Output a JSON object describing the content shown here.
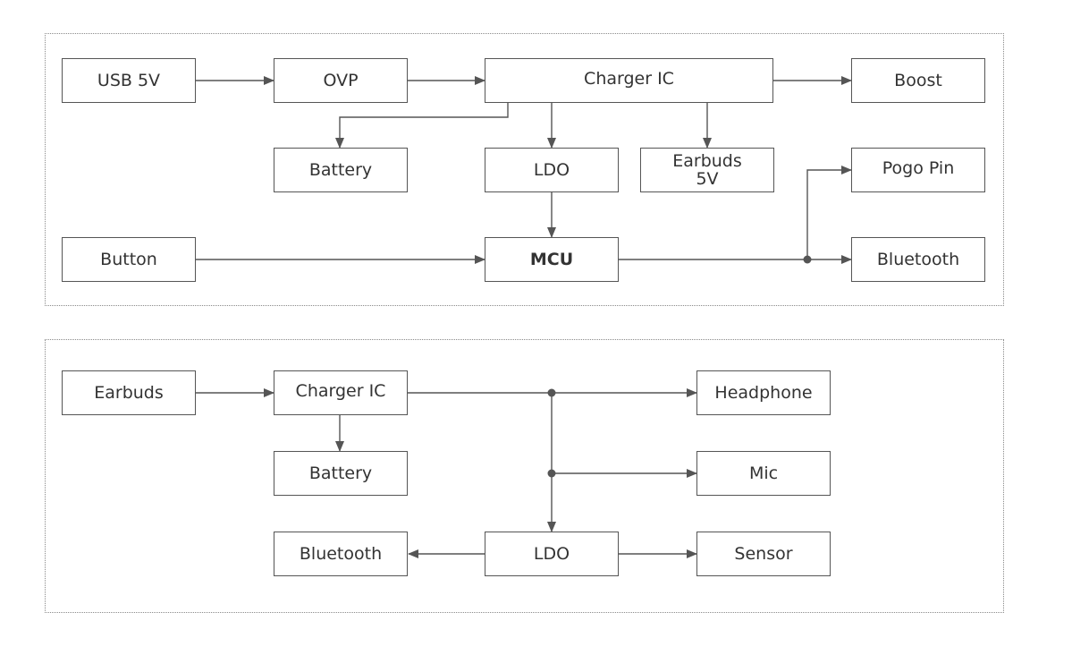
{
  "case_diagram": {
    "usb": "USB 5V",
    "ovp": "OVP",
    "charger": "Charger IC",
    "boost": "Boost",
    "battery": "Battery",
    "ldo": "LDO",
    "earbuds_5v_line1": "Earbuds",
    "earbuds_5v_line2": "5V",
    "pogo_pin": "Pogo Pin",
    "button": "Button",
    "mcu": "MCU",
    "bluetooth": "Bluetooth"
  },
  "earbud_diagram": {
    "earbuds": "Earbuds",
    "charger": "Charger IC",
    "headphone": "Headphone",
    "battery": "Battery",
    "mic": "Mic",
    "bluetooth": "Bluetooth",
    "ldo": "LDO",
    "sensor": "Sensor"
  },
  "colors": {
    "line": "#555555",
    "border": "#555555",
    "panel_border": "#8a8a8a"
  }
}
